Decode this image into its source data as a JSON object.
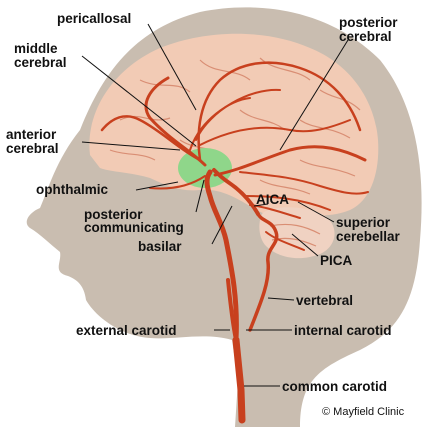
{
  "labels": {
    "pericallosal": "pericallosal",
    "middle_cerebral_1": "middle",
    "middle_cerebral_2": "cerebral",
    "posterior_cerebral_1": "posterior",
    "posterior_cerebral_2": "cerebral",
    "anterior_cerebral_1": "anterior",
    "anterior_cerebral_2": "cerebral",
    "ophthalmic": "ophthalmic",
    "posterior_communicating_1": "posterior",
    "posterior_communicating_2": "communicating",
    "basilar": "basilar",
    "aica": "AICA",
    "superior_cerebellar_1": "superior",
    "superior_cerebellar_2": "cerebellar",
    "pica": "PICA",
    "vertebral": "vertebral",
    "external_carotid": "external carotid",
    "internal_carotid": "internal carotid",
    "common_carotid": "common carotid"
  },
  "credit": "© Mayfield Clinic",
  "colors": {
    "head_silhouette": "#c9bdb0",
    "brain": "#f2cbb5",
    "brain_fold": "#d98e74",
    "artery": "#c8401e",
    "artery_dark": "#a52c12",
    "circle_of_willis": "#8fd68a",
    "cerebellum": "#f0d2c2",
    "leader_line": "#111111"
  }
}
